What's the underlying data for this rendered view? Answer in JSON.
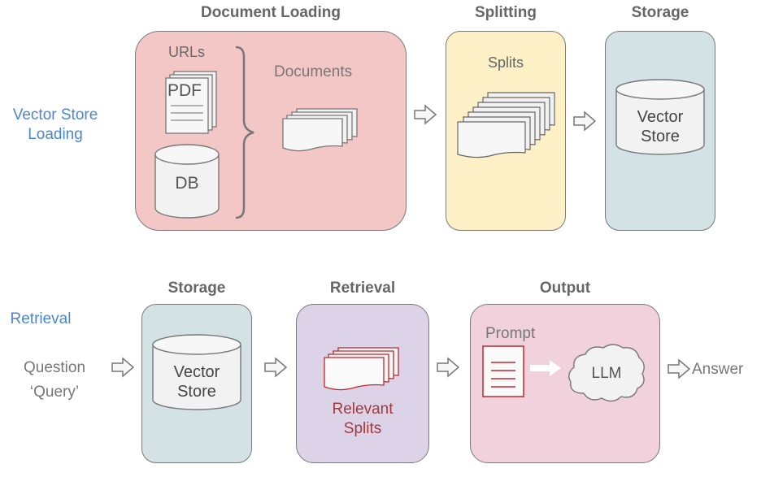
{
  "row_labels": {
    "loading": [
      "Vector Store",
      "Loading"
    ],
    "retrieval": "Retrieval"
  },
  "stages_top": {
    "loading": "Document Loading",
    "splitting": "Splitting",
    "storage": "Storage"
  },
  "stages_bottom": {
    "storage": "Storage",
    "retrieval": "Retrieval",
    "output": "Output"
  },
  "loading_panel": {
    "urls": "URLs",
    "pdf": "PDF",
    "db": "DB",
    "documents": "Documents"
  },
  "splitting_panel": {
    "splits": "Splits"
  },
  "storage_panel": {
    "vector_store": [
      "Vector",
      "Store"
    ]
  },
  "query": [
    "Question",
    "‘Query’"
  ],
  "retrieval_panel": {
    "relevant_splits": [
      "Relevant",
      "Splits"
    ]
  },
  "output_panel": {
    "prompt": "Prompt",
    "llm": "LLM"
  },
  "answer": "Answer",
  "colors": {
    "loading_bg": "#f4c7c7",
    "splitting_bg": "#fdf0c6",
    "storage_bg": "#d3e3e5",
    "retrieval_bg": "#ddd3e9",
    "output_bg": "#f1d1db",
    "label_blue": "#4a86d4",
    "accent_red": "#c0272d"
  }
}
